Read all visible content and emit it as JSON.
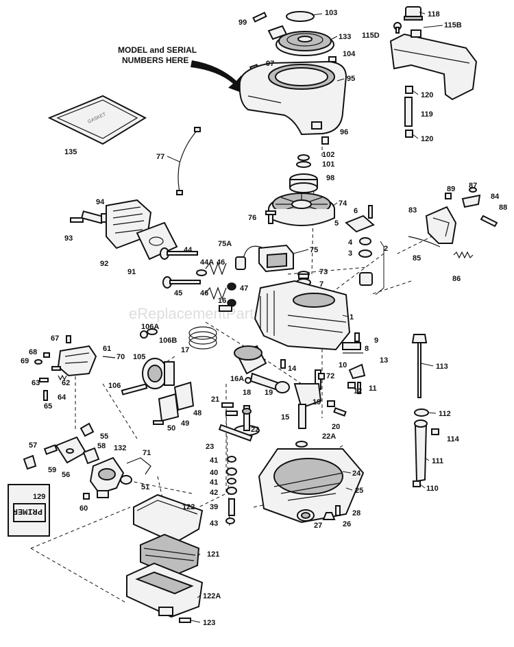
{
  "note": {
    "line1": "MODEL and SERIAL",
    "line2": "NUMBERS HERE"
  },
  "watermark": "eReplacementParts.com",
  "gasket_text": "GASKET",
  "primer_label": "PRIMER",
  "parts": {
    "p1": "1",
    "p2": "2",
    "p3": "3",
    "p4": "4",
    "p5": "5",
    "p6": "6",
    "p7": "7",
    "p8": "8",
    "p9": "9",
    "p10": "10",
    "p11": "11",
    "p12": "12",
    "p13": "13",
    "p14": "14",
    "p15": "15",
    "p16": "16",
    "p16A": "16A",
    "p17": "17",
    "p18": "18",
    "p19a": "19",
    "p19b": "19",
    "p20": "20",
    "p21": "21",
    "p22": "22",
    "p22A": "22A",
    "p23": "23",
    "p24": "24",
    "p25": "25",
    "p26": "26",
    "p27": "27",
    "p28": "28",
    "p39": "39",
    "p40": "40",
    "p41a": "41",
    "p41b": "41",
    "p42": "42",
    "p43": "43",
    "p44": "44",
    "p44A": "44A",
    "p45": "45",
    "p46a": "46",
    "p46b": "46",
    "p47": "47",
    "p48": "48",
    "p49": "49",
    "p50": "50",
    "p51": "51",
    "p55": "55",
    "p56": "56",
    "p57": "57",
    "p58": "58",
    "p59": "59",
    "p60": "60",
    "p61": "61",
    "p62": "62",
    "p63": "63",
    "p64": "64",
    "p65": "65",
    "p67": "67",
    "p68": "68",
    "p69": "69",
    "p70": "70",
    "p71": "71",
    "p72": "72",
    "p73": "73",
    "p74": "74",
    "p75": "75",
    "p75A": "75A",
    "p76": "76",
    "p77": "77",
    "p83": "83",
    "p84": "84",
    "p85": "85",
    "p86": "86",
    "p87": "87",
    "p88": "88",
    "p89": "89",
    "p91": "91",
    "p92": "92",
    "p93": "93",
    "p94": "94",
    "p95": "95",
    "p96": "96",
    "p97": "97",
    "p98": "98",
    "p99": "99",
    "p101": "101",
    "p102": "102",
    "p103": "103",
    "p104": "104",
    "p105": "105",
    "p106": "106",
    "p106A": "106A",
    "p106B": "106B",
    "p110": "110",
    "p111": "111",
    "p112": "112",
    "p113": "113",
    "p114": "114",
    "p115B": "115B",
    "p115D": "115D",
    "p118": "118",
    "p119": "119",
    "p120a": "120",
    "p120b": "120",
    "p121": "121",
    "p122": "122",
    "p122A": "122A",
    "p123": "123",
    "p129": "129",
    "p132": "132",
    "p133": "133",
    "p135": "135"
  }
}
